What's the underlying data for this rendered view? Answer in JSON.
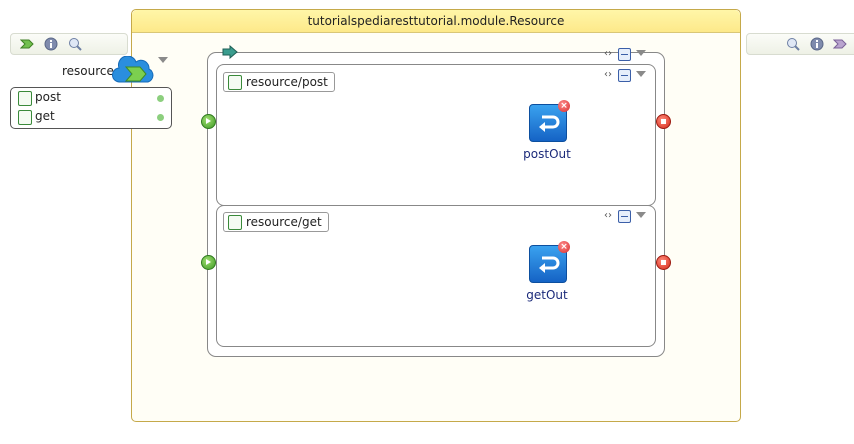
{
  "module": {
    "title": "tutorialspediaresttutorial.module.Resource"
  },
  "endpoint": {
    "label": "resource",
    "operations": [
      {
        "label": "post"
      },
      {
        "label": "get"
      }
    ]
  },
  "flows": [
    {
      "tab_label": "resource/post",
      "reply_label": "postOut"
    },
    {
      "tab_label": "resource/get",
      "reply_label": "getOut"
    }
  ],
  "icons": {
    "left_palette": [
      "chevron-arrow-icon",
      "info-icon",
      "cloud-search-icon"
    ],
    "right_palette": [
      "cloud-search-icon",
      "info-icon",
      "chevron-arrow-icon"
    ],
    "endpoint": "cloud-endpoint-icon",
    "reply": "reply-icon",
    "error_badge": "error-badge-icon",
    "start": "start-icon",
    "stop": "stop-icon"
  },
  "colors": {
    "module_header": "#fde98a",
    "start": "#3f9a27",
    "stop": "#d42a1a",
    "reply": "#1563c5"
  },
  "badge_glyph": "×",
  "arrows_glyph": "‹›"
}
